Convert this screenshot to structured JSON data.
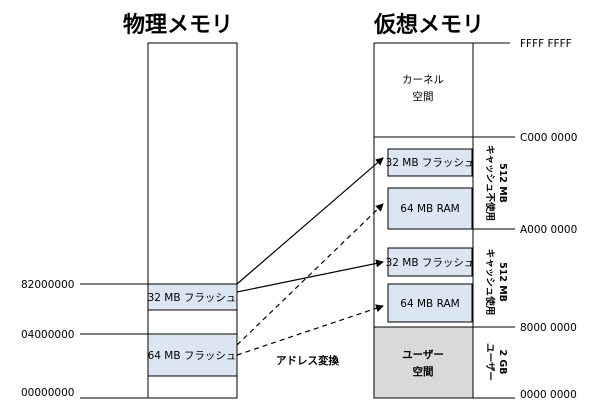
{
  "physical": {
    "title": "物理メモリ",
    "addresses": {
      "a82": "82000000",
      "a04": "04000000",
      "a00": "00000000"
    },
    "flash32_label": "32 MB フラッシュ",
    "flash64_label": "64 MB フラッシュ"
  },
  "virtual": {
    "title": "仮想メモリ",
    "addresses": {
      "ffff": "FFFF FFFF",
      "c000": "C000 0000",
      "a000": "A000 0000",
      "8000": "8000 0000",
      "zero": "0000 0000"
    },
    "kernel_line1": "カーネル",
    "kernel_line2": "空間",
    "uncached_flash_label": "32 MB フラッシュ",
    "uncached_ram_label": "64 MB RAM",
    "cached_flash_label": "32 MB フラッシュ",
    "cached_ram_label": "64 MB RAM",
    "user_line1": "ユーザー",
    "user_line2": "空間"
  },
  "side_labels": {
    "uncached_size": "512 MB",
    "uncached_text": "キャッシュ不使用",
    "cached_size": "512 MB",
    "cached_text": "キャッシュ使用",
    "user_size": "2 GB",
    "user_text": "ユーザー"
  },
  "arrow_label": "アドレス変換",
  "colors": {
    "region_fill": "#dce6f2",
    "user_fill": "#d9d9d9",
    "line": "#000000"
  }
}
